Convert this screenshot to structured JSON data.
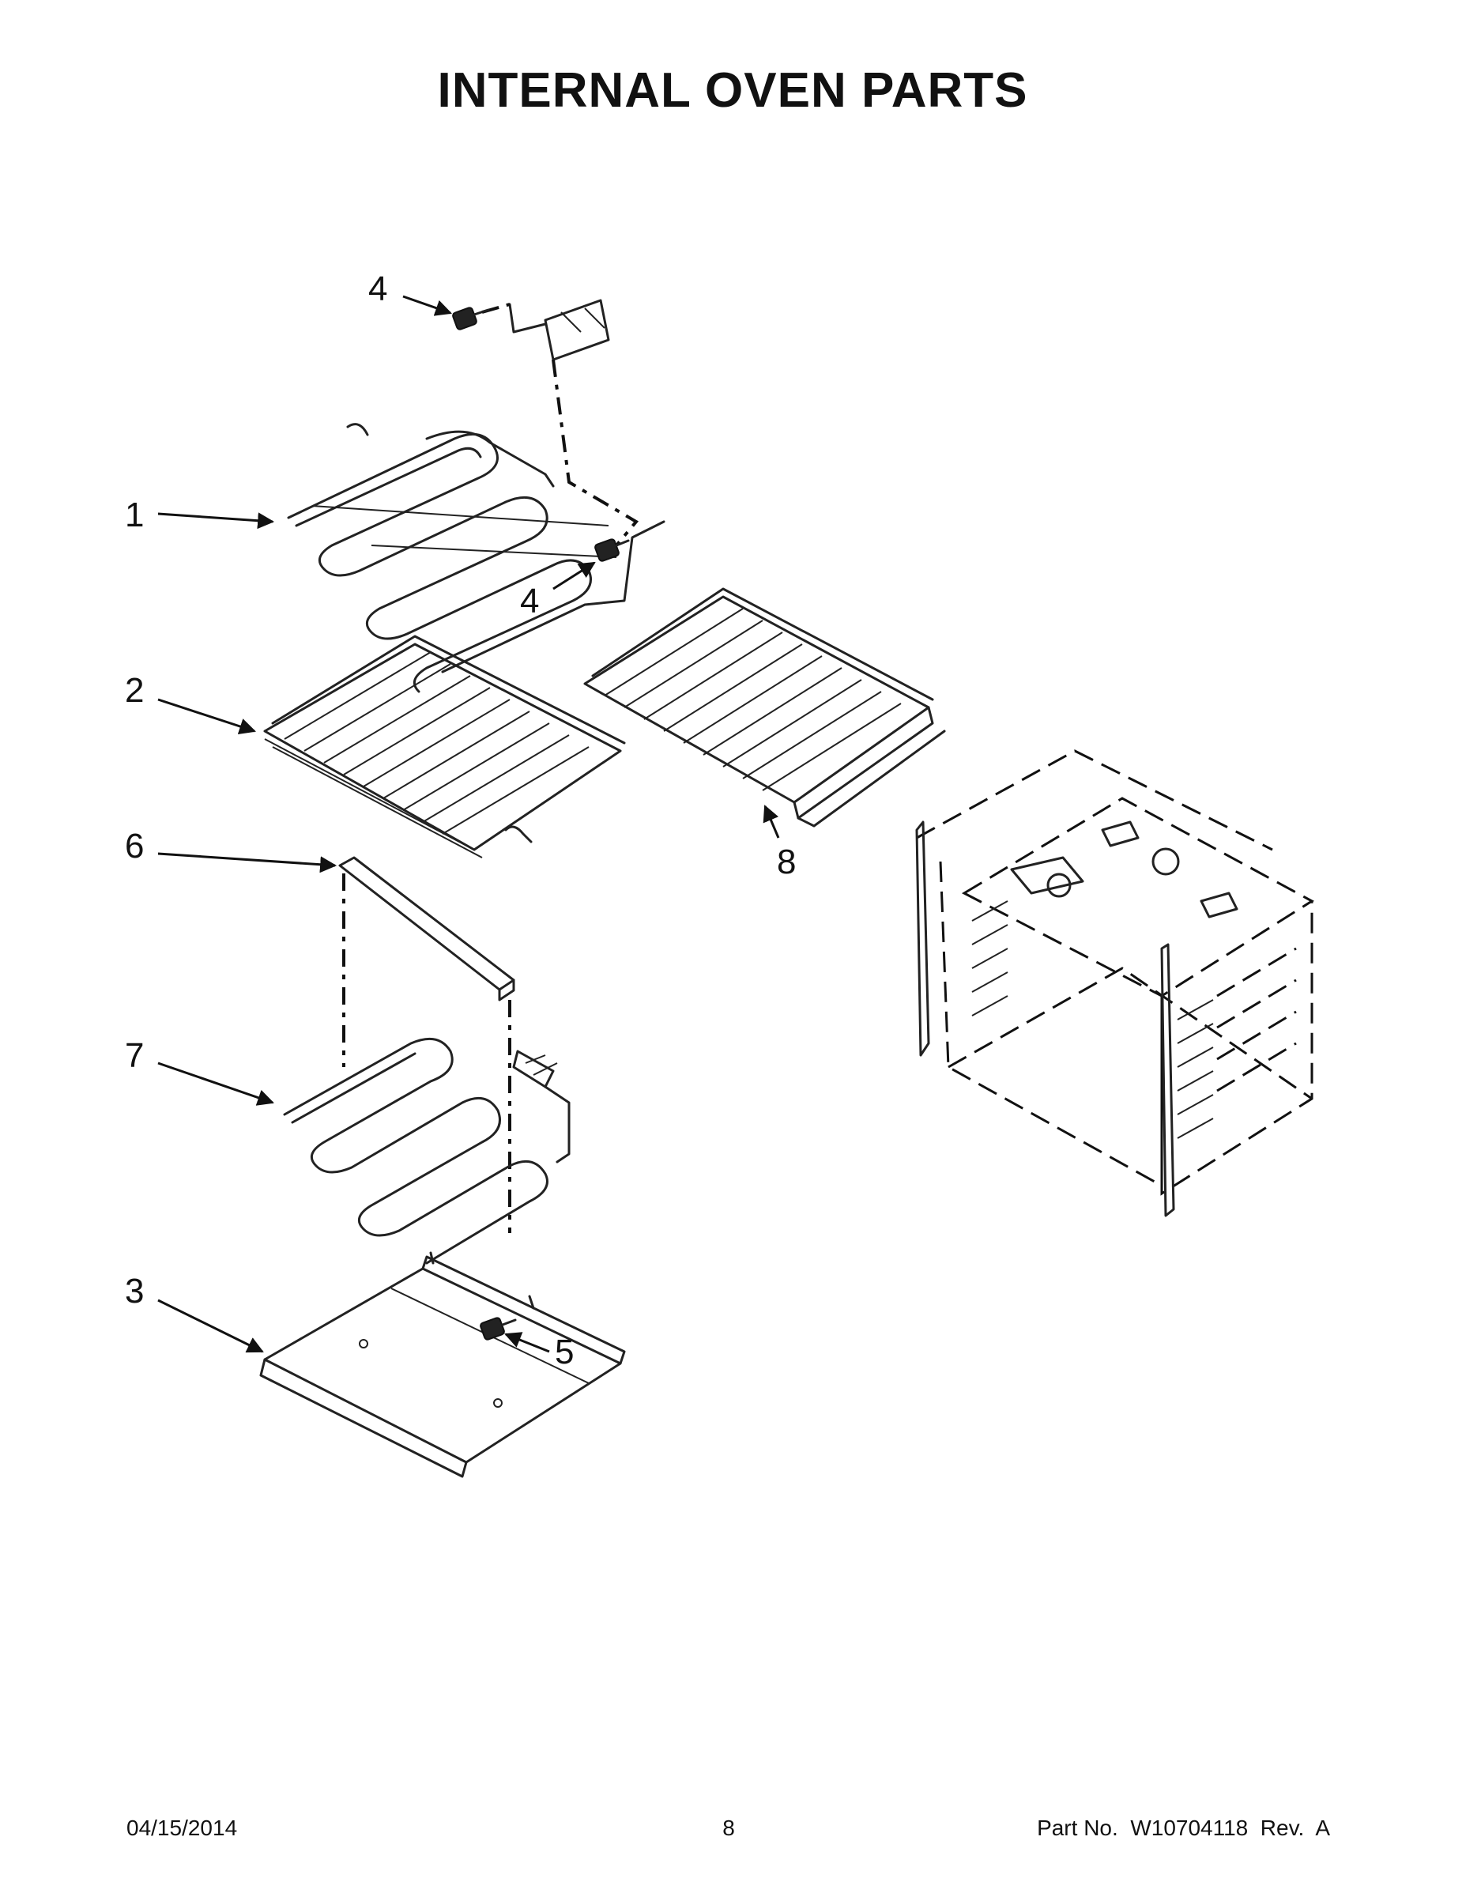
{
  "page": {
    "title": "INTERNAL OVEN PARTS"
  },
  "callouts": {
    "c1": "1",
    "c2": "2",
    "c3": "3",
    "c4a": "4",
    "c4b": "4",
    "c5": "5",
    "c6": "6",
    "c7": "7",
    "c8": "8"
  },
  "footer": {
    "date": "04/15/2014",
    "page_number": "8",
    "part_no": "Part No.  W10704118  Rev.  A"
  }
}
